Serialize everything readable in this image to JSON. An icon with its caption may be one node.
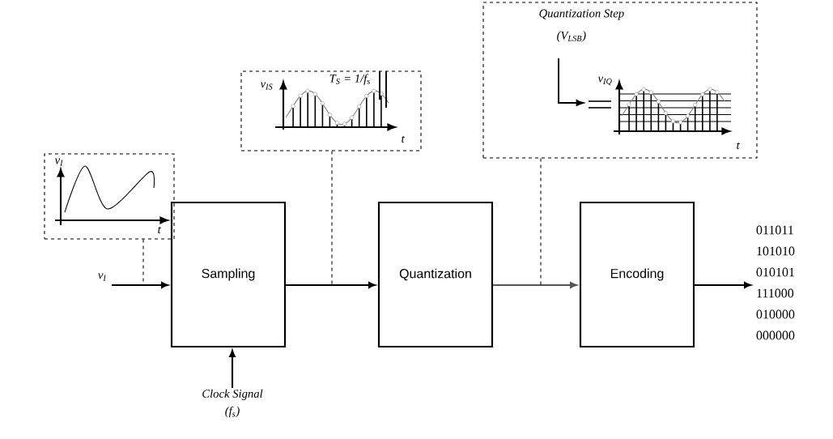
{
  "diagram": {
    "nodes": [
      {
        "text": [
          "Sampling"
        ]
      },
      {
        "text": [
          "Quantization"
        ]
      },
      {
        "text": [
          "Encoding"
        ]
      },
      {
        "text": [
          "Clock Signal",
          "(f$_{s}$)"
        ]
      },
      {
        "text": [
          "011011 101010 010101 111000 010000 000000"
        ]
      },
      {
        "text": [
          "v$_{I}$",
          "t"
        ]
      },
      {
        "text": [
          "v$_{IS}$",
          "T$_{S}$ = 1/f$_{s}$",
          "t"
        ]
      },
      {
        "text": [
          "Quantization Step",
          "(V$_{LSB}$)",
          "v$_{IQ}$",
          "t"
        ]
      }
    ],
    "edges": [
      {
        "from": null,
        "to": 0,
        "arrow": "to",
        "label": "v$_{I}$"
      },
      {
        "from": 0,
        "to": 1,
        "arrow": "to"
      },
      {
        "from": 1,
        "to": 2,
        "arrow": "to",
        "color": "#555555"
      },
      {
        "from": 2,
        "to": 4,
        "arrow": "to"
      },
      {
        "from": 3,
        "to": 0,
        "arrow": "to"
      },
      {
        "from": 5,
        "to": null,
        "arrow": "none",
        "style": "dashed"
      },
      {
        "from": 6,
        "to": null,
        "arrow": "none",
        "style": "dashed"
      },
      {
        "from": 7,
        "to": null,
        "arrow": "none",
        "style": "dashed"
      }
    ]
  }
}
